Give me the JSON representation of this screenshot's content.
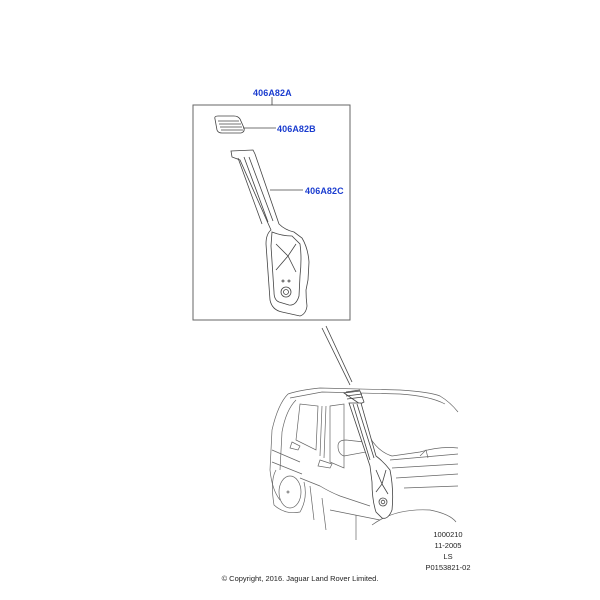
{
  "callouts": {
    "assembly": "406A82A",
    "upper_part": "406A82B",
    "snorkel_body": "406A82C"
  },
  "colors": {
    "callout_text": "#1a3ccf",
    "line_art": "#555555",
    "box_border": "#666666"
  },
  "meta": {
    "ref": "1000210",
    "date": "11-2005",
    "code": "LS",
    "illustration_id": "P0153821-02"
  },
  "footer": {
    "copyright": "© Copyright, 2016. Jaguar Land Rover Limited."
  }
}
